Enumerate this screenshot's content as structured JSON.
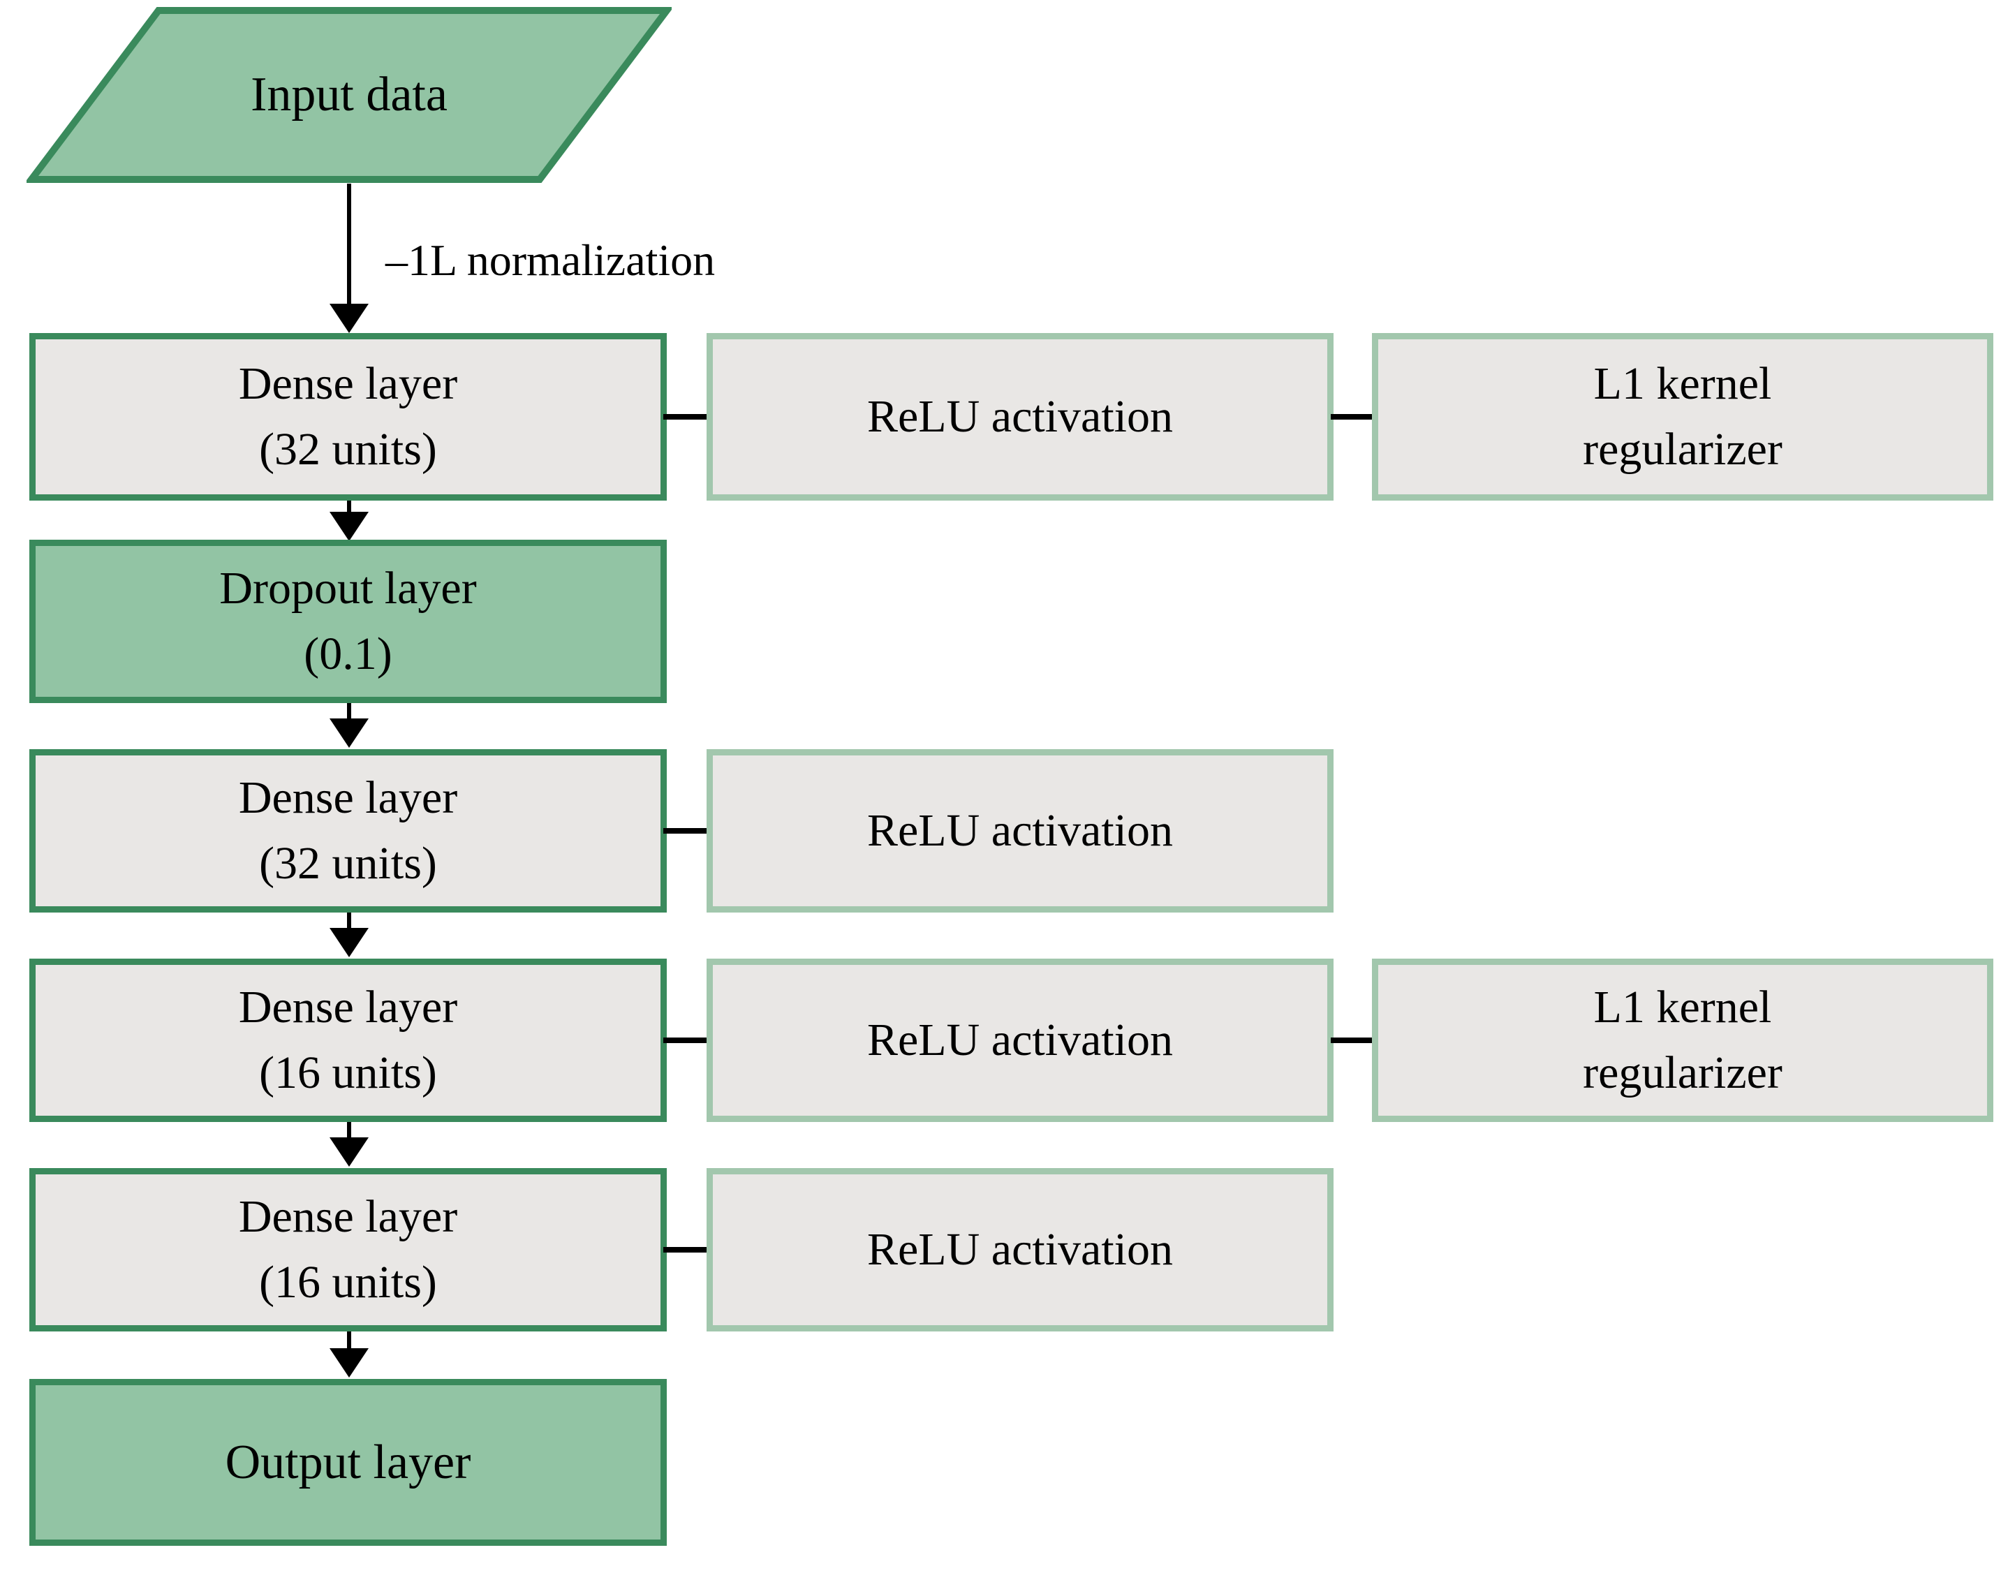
{
  "colors": {
    "node_green_fill": "#92c4a4",
    "node_green_border": "#3a8a5c",
    "node_gray_fill": "#e9e7e5",
    "node_light_green_border": "#a2c7ad",
    "connector_black": "#000000",
    "background_white": "#ffffff"
  },
  "diagram": {
    "nodes": {
      "input": {
        "label": "Input data"
      },
      "dense1": {
        "line1": "Dense layer",
        "line2": "(32 units)"
      },
      "relu1": {
        "label": "ReLU activation"
      },
      "l1reg1": {
        "line1": "L1 kernel",
        "line2": "regularizer"
      },
      "dropout": {
        "line1": "Dropout layer",
        "line2": "(0.1)"
      },
      "dense2": {
        "line1": "Dense layer",
        "line2": "(32 units)"
      },
      "relu2": {
        "label": "ReLU activation"
      },
      "dense3": {
        "line1": "Dense layer",
        "line2": "(16 units)"
      },
      "relu3": {
        "label": "ReLU activation"
      },
      "l1reg2": {
        "line1": "L1 kernel",
        "line2": "regularizer"
      },
      "dense4": {
        "line1": "Dense layer",
        "line2": "(16 units)"
      },
      "relu4": {
        "label": "ReLU activation"
      },
      "output": {
        "label": "Output layer"
      }
    },
    "edge_labels": {
      "input_to_dense1": "–1L normalization"
    }
  }
}
